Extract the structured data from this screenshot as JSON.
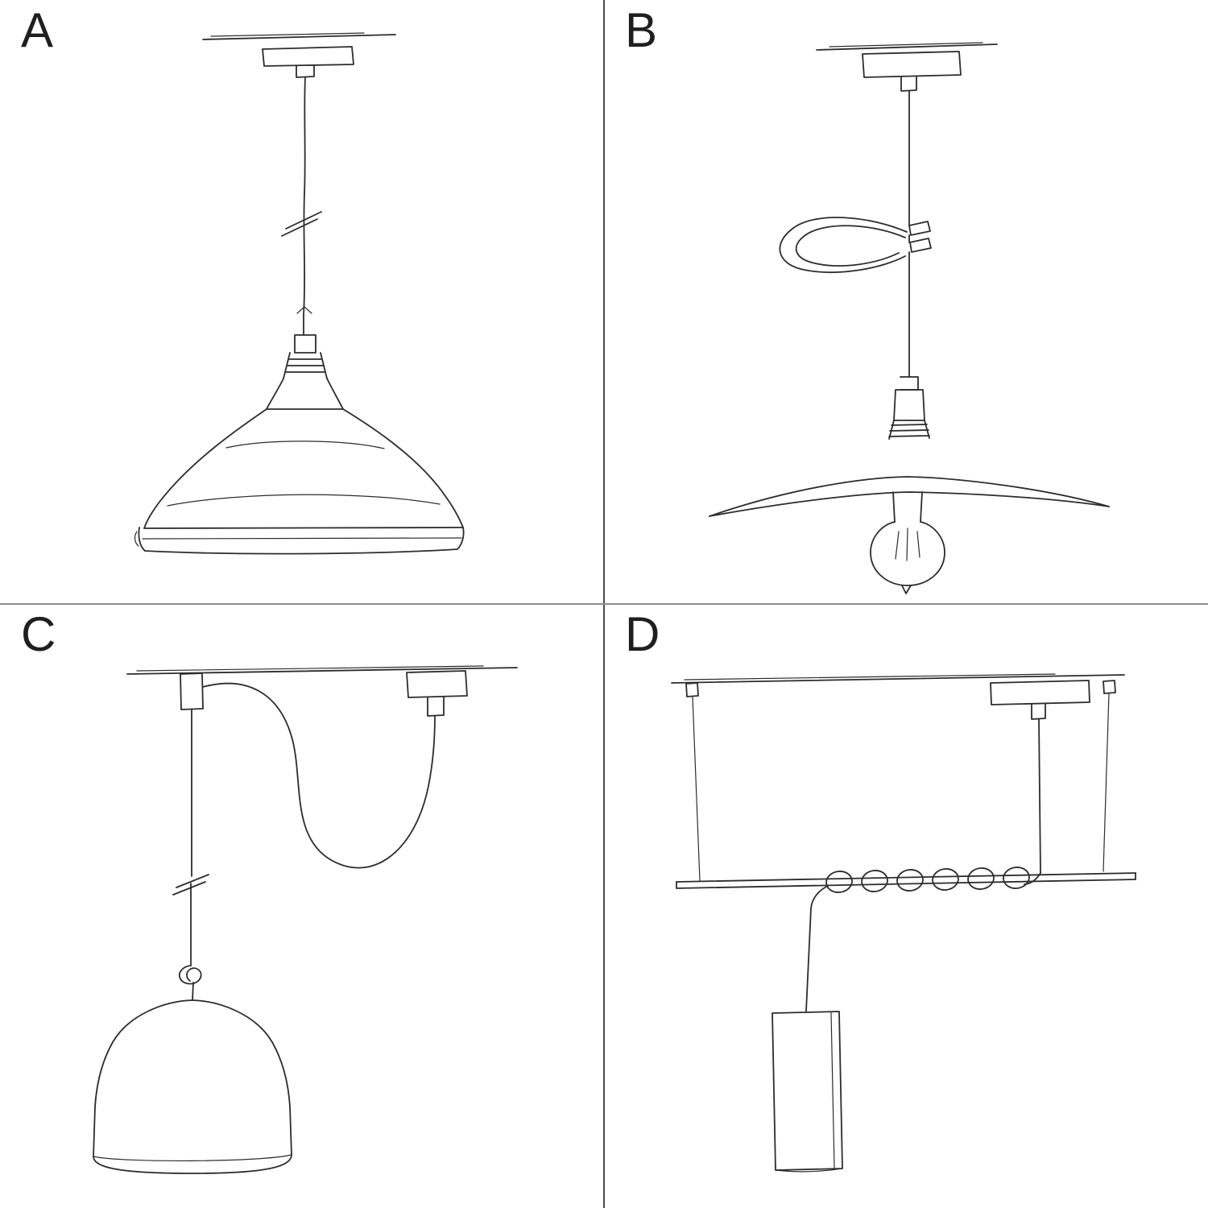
{
  "page": {
    "colors": {
      "background": "#ffffff",
      "ink": "#2c2c2c",
      "label": "#1f1f1f",
      "divider_vertical": "#4b4b4b",
      "divider_horizontal": "#8f8f8f"
    }
  },
  "options": [
    {
      "label": "A",
      "sketch_icon": "pendant-bowl-shade-sketch-icon"
    },
    {
      "label": "B",
      "sketch_icon": "pendant-plate-shade-bulb-sketch-icon"
    },
    {
      "label": "C",
      "sketch_icon": "swag-pendant-bell-shade-sketch-icon"
    },
    {
      "label": "D",
      "sketch_icon": "bar-suspension-tube-shade-sketch-icon"
    }
  ]
}
